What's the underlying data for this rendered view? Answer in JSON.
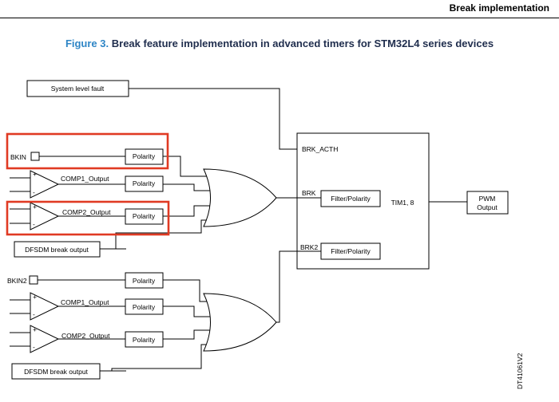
{
  "header": {
    "title": "Break implementation"
  },
  "figure": {
    "number": "Figure 3.",
    "title": "Break feature implementation in advanced timers for STM32L4 series devices",
    "doc_id": "DT41061V2"
  },
  "diagram": {
    "system_fault": "System level fault",
    "bkin": "BKIN",
    "bkin2": "BKIN2",
    "polarity": "Polarity",
    "comp1_output": "COMP1_Output",
    "comp2_output": "COMP2_Output",
    "dfsdm": "DFSDM break output",
    "brk_acth": "BRK_ACTH",
    "brk": "BRK",
    "brk2": "BRK2",
    "filter_polarity": "Filter/Polarity",
    "timers": "TIM1, 8",
    "pwm_line1": "PWM",
    "pwm_line2": "Output",
    "plus": "+",
    "minus": "-"
  },
  "colors": {
    "highlight": "#e03a23",
    "figure_number": "#2f86c6",
    "figure_title": "#1f2d4d"
  }
}
